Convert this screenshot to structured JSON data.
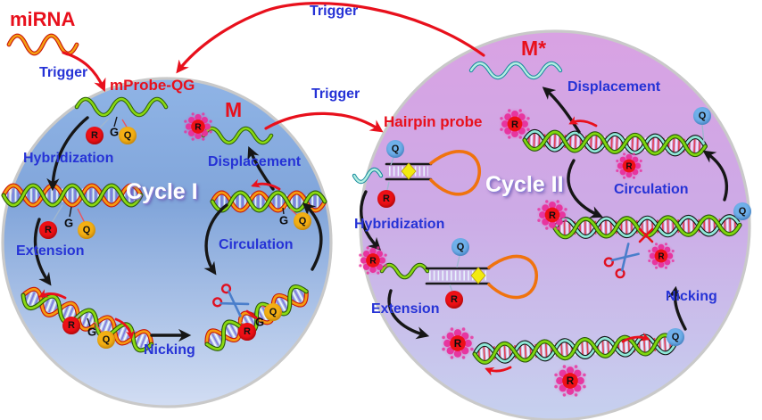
{
  "palette": {
    "label_red": "#e8101c",
    "label_blue": "#2633d6",
    "left_circle_top": "#8fb4e6",
    "left_circle_bottom": "#d2ddf3",
    "right_circle_top": "#d9a2e3",
    "right_circle_bottom": "#c6d1ef",
    "rim_gray": "#c9c9c9",
    "r_badge_red": "#ee1016",
    "q_badge_yellow": "#f4b014",
    "q_badge_blue": "#6fb0ea",
    "burst_petal_magenta": "#e8309c",
    "strand_green": "#8ad912",
    "strand_orange": "#f59b12",
    "strand_cyan": "#b5efe2"
  },
  "badges": {
    "r": "R",
    "q": "Q",
    "g": "G"
  },
  "outer": {
    "mirna": "miRNA",
    "trigger_mirna": "Trigger",
    "trigger_top": "Trigger",
    "trigger_mid": "Trigger"
  },
  "cycle1": {
    "title": "Cycle I",
    "probe": "mProbe-QG",
    "m": "M",
    "hybridization": "Hybridization",
    "extension": "Extension",
    "nicking": "Nicking",
    "circulation": "Circulation",
    "displacement": "Displacement"
  },
  "cycle2": {
    "title": "Cycle II",
    "mstar": "M*",
    "hairpin": "Hairpin probe",
    "hybridization": "Hybridization",
    "extension": "Extension",
    "nicking": "Nicking",
    "circulation": "Circulation",
    "displacement": "Displacement"
  },
  "icons": {
    "scissors": "nicking-enzyme-scissors",
    "burst": "fluorophore-signal-burst"
  }
}
